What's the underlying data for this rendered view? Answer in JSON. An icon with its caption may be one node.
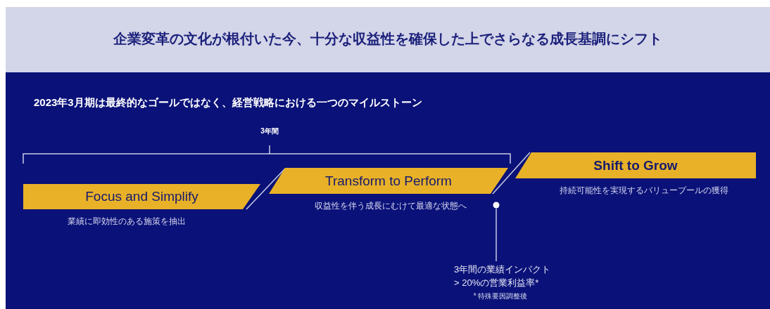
{
  "diagram": {
    "title": "企業変革の文化が根付いた今、十分な収益性を確保した上でさらなる成長基調にシフト",
    "nodes": [
      {
        "text": [
          "Focus and Simplify"
        ],
        "beside": [
          "業績に即効性のある施策を抽出"
        ]
      },
      {
        "text": [
          "Transform to Perform"
        ],
        "beside": [
          "収益性を伴う成長にむけて最適な状態へ"
        ]
      },
      {
        "text": [
          "Shift to Grow"
        ],
        "beside": [
          "持続可能性を実現するバリュープールの獲得"
        ]
      },
      {
        "text": [],
        "shape": "circle"
      },
      {
        "text": [
          "3年間の業績インパクト > 20%の営業利益率*"
        ]
      }
    ],
    "edges": [
      {
        "from": 4,
        "to": 3,
        "arrow": "none"
      }
    ],
    "labels": [
      "2023年3月期は最終的なゴールではなく、経営戦略における一つのマイルストーン",
      "3年間",
      "* 特殊要因調整後"
    ]
  }
}
